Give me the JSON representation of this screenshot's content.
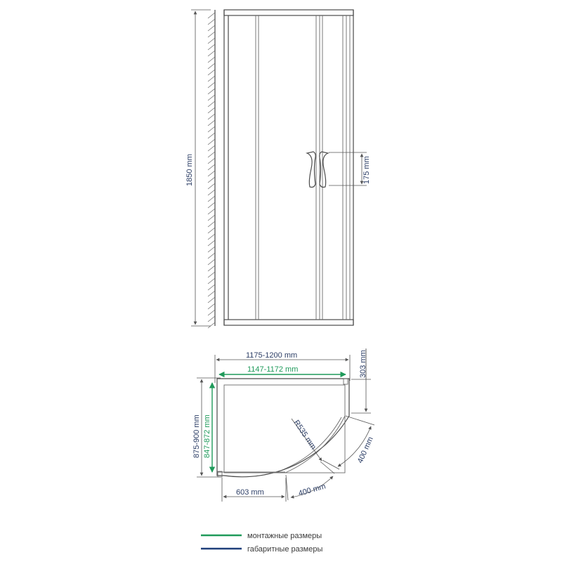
{
  "dimensions": {
    "height": "1850 mm",
    "handle_height": "175 mm",
    "outer_width": "1175-1200 mm",
    "inner_width": "1147-1172 mm",
    "top_offset": "303 mm",
    "outer_depth": "875-900 mm",
    "inner_depth": "847-872 mm",
    "radius": "R535 mm",
    "door_right": "400 mm",
    "door_bottom": "400 mm",
    "bottom_left": "603 mm"
  },
  "legend": {
    "mounting": "монтажные размеры",
    "overall": "габаритные размеры"
  },
  "colors": {
    "mounting": "#1f9a5a",
    "overall": "#1f3f7a",
    "text_overall": "#2c3e66",
    "text_mounting": "#1e9a5a",
    "line": "#4a4a4a"
  }
}
